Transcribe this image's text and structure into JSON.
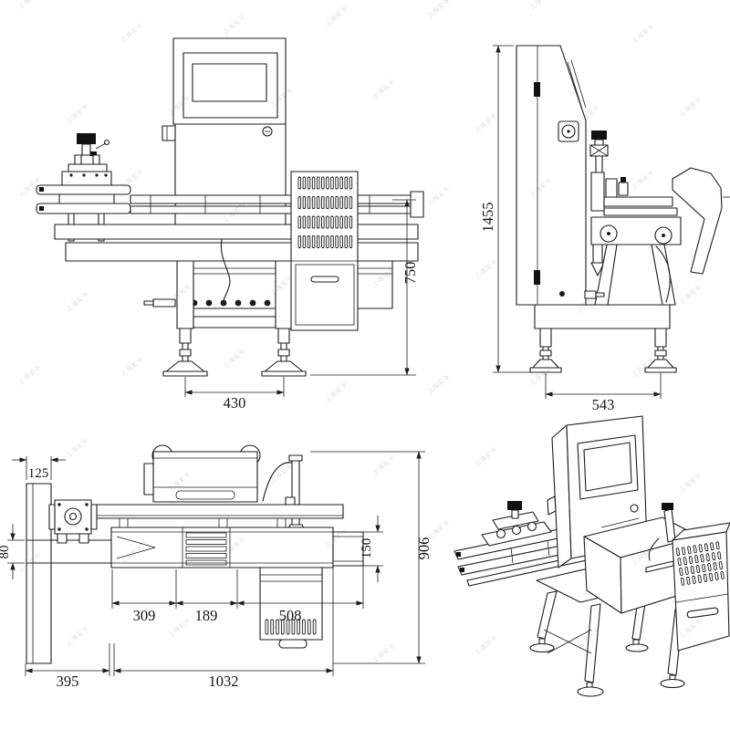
{
  "drawing": {
    "watermark": "上海实干",
    "front_view": {
      "dim_belt_height": "750",
      "dim_foot_span": "430"
    },
    "side_view": {
      "dim_overall_height": "1455",
      "dim_foot_span": "543"
    },
    "top_view": {
      "dim_infeed_end": "125",
      "dim_infeed_width": "80",
      "dim_seg1": "309",
      "dim_seg2": "189",
      "dim_seg3": "508",
      "dim_exit_width": "150",
      "dim_depth": "906",
      "dim_infeed_length": "395",
      "dim_main_length": "1032"
    }
  }
}
